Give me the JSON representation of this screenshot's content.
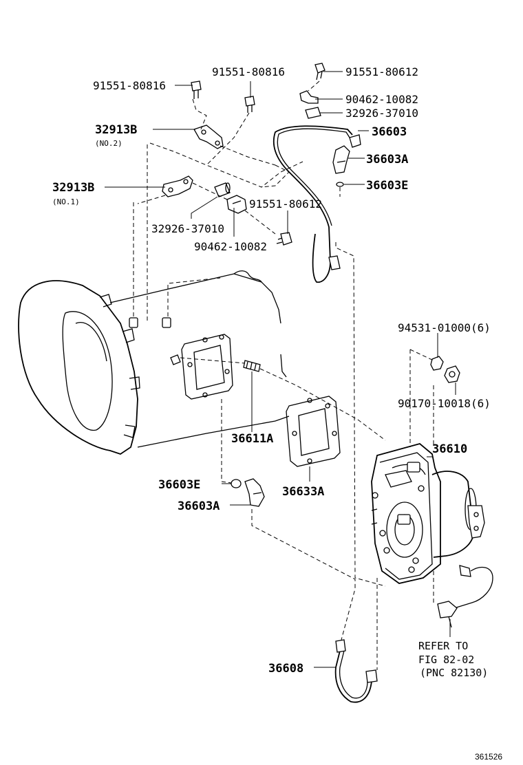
{
  "callouts": {
    "p_91551_80816_a": "91551-80816",
    "p_91551_80816_b": "91551-80816",
    "p_91551_80612_a": "91551-80612",
    "p_90462_10082_a": "90462-10082",
    "p_32926_37010_a": "32926-37010",
    "p_36603": "36603",
    "p_32913b_no2": "32913B",
    "p_no2_note": "(NO.2)",
    "p_36603a_top": "36603A",
    "p_36603e_top": "36603E",
    "p_32913b_no1": "32913B",
    "p_no1_note": "(NO.1)",
    "p_91551_80612_b": "91551-80612",
    "p_32926_37010_b": "32926-37010",
    "p_90462_10082_b": "90462-10082",
    "p_94531_01000": "94531-01000(6)",
    "p_90170_10018": "90170-10018(6)",
    "p_36611a": "36611A",
    "p_36610": "36610",
    "p_36603e_bot": "36603E",
    "p_36633a": "36633A",
    "p_36603a_bot": "36603A",
    "p_36608": "36608"
  },
  "reference": {
    "line1": "REFER TO",
    "line2": "FIG 82-02",
    "line3": "(PNC 82130)"
  },
  "illustration_id": "361526"
}
